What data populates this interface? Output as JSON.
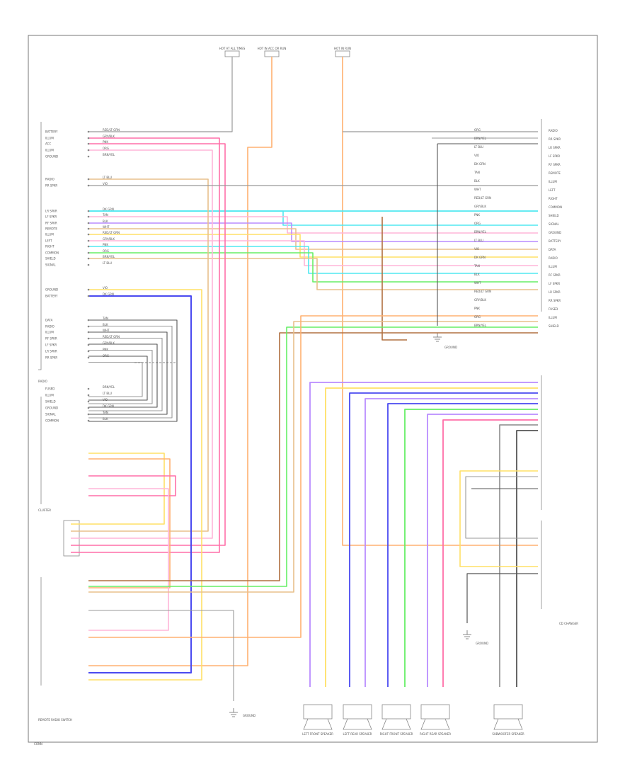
{
  "diagram": {
    "title": "",
    "footer_code": "CONN",
    "colors": {
      "pink": "#ff6fa8",
      "light_pink": "#ffb6d9",
      "orange": "#ffb070",
      "yellow": "#ffe066",
      "cyan": "#50e8f0",
      "green": "#66ee66",
      "blue": "#4a4af0",
      "violet": "#b98cff",
      "brown": "#b07040",
      "tan": "#e8c08c",
      "gray": "#999999",
      "black": "#555555"
    },
    "fuses": [
      {
        "id": "fuse-1",
        "label": "HOT AT ALL TIMES"
      },
      {
        "id": "fuse-2",
        "label": "HOT IN ACC OR RUN"
      },
      {
        "id": "fuse-3",
        "label": "HOT IN RUN"
      }
    ],
    "components": {
      "radio": "RADIO",
      "cd_changer": "CD CHANGER",
      "instrument_cluster": "CLUSTER",
      "remote_radio_switch": "REMOTE RADIO SWITCH",
      "ground_left": "GROUND",
      "ground_center": "GROUND",
      "ground_right": "GROUND",
      "speakers": [
        {
          "id": "lf",
          "label": "LEFT FRONT SPEAKER"
        },
        {
          "id": "lr",
          "label": "LEFT REAR SPEAKER"
        },
        {
          "id": "rf",
          "label": "RIGHT FRONT SPEAKER"
        },
        {
          "id": "rr",
          "label": "RIGHT REAR SPEAKER"
        },
        {
          "id": "sub",
          "label": "SUBWOOFER SPEAKER"
        }
      ]
    },
    "radio_pins": [
      "BATTERY",
      "ILLUM",
      "ACC",
      "ILLUM",
      "GROUND",
      "RADIO",
      "RR SPKR",
      "LR SPKR",
      "LF SPKR",
      "RF SPKR",
      "REMOTE",
      "ILLUM",
      "LEFT",
      "RIGHT",
      "COMMON",
      "SHIELD",
      "SIGNAL",
      "GROUND",
      "BATTERY",
      "DATA",
      "RADIO",
      "ILLUM",
      "RF SPKR",
      "LF SPKR",
      "LR SPKR",
      "RR SPKR",
      "FUSED",
      "ILLUM",
      "SHIELD",
      "GROUND",
      "SIGNAL",
      "COMMON"
    ],
    "wire_labels": [
      "RED/LT GRN",
      "GRY/BLK",
      "PNK",
      "ORG",
      "BRN/YEL",
      "LT BLU",
      "VIO",
      "DK GRN",
      "TAN",
      "BLK",
      "WHT"
    ]
  }
}
